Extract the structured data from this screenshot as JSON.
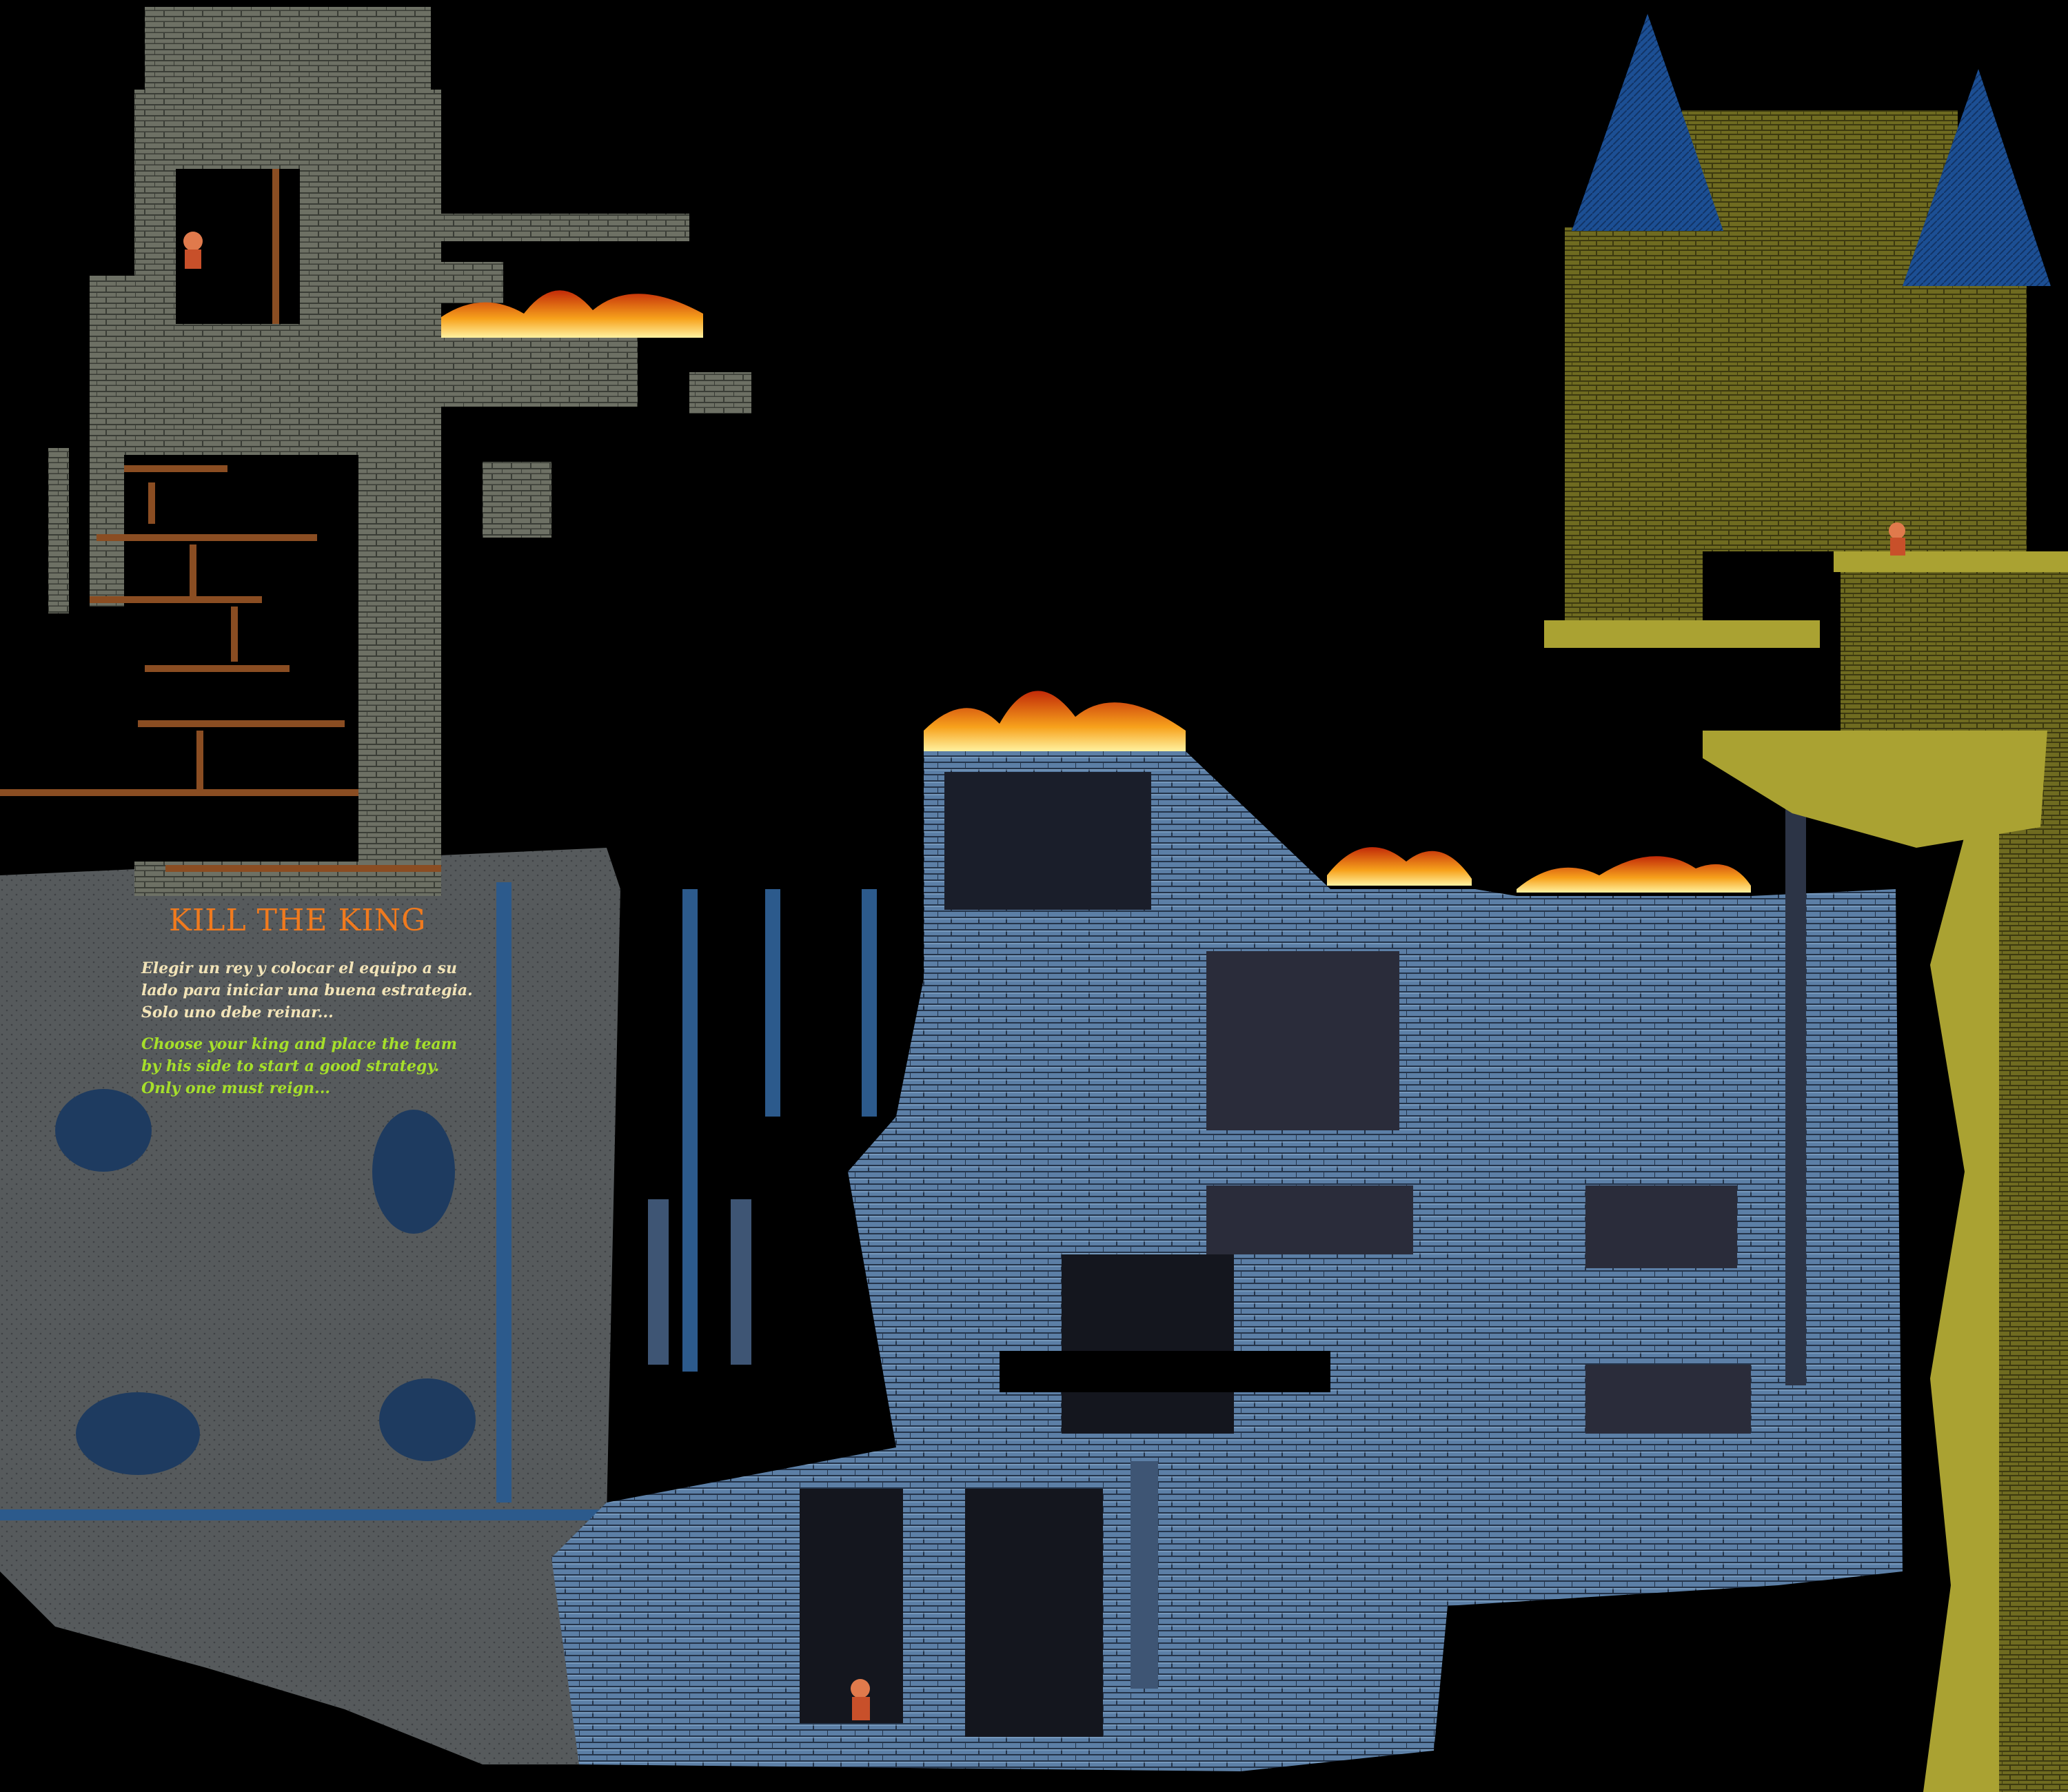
{
  "sign": {
    "title": "KILL THE KING",
    "spanish_lines": [
      "Elegir un rey y colocar el equipo a su",
      "lado para iniciar una buena estrategia.",
      "Solo uno debe reinar..."
    ],
    "english_lines": [
      "Choose your king and place the team",
      "by his side to start a good strategy.",
      "Only one must reign..."
    ]
  },
  "colors": {
    "background": "#000000",
    "grey_stone": "#6d7064",
    "cave_rock": "#565a5c",
    "blue_brick": "#5c7fa6",
    "olive_castle": "#7a7624",
    "spire_blue": "#1c4f94",
    "fire": "#f29a1a",
    "title_orange": "#f07a1e",
    "spanish_text": "#f2e4b8",
    "english_text": "#a6e02a"
  }
}
